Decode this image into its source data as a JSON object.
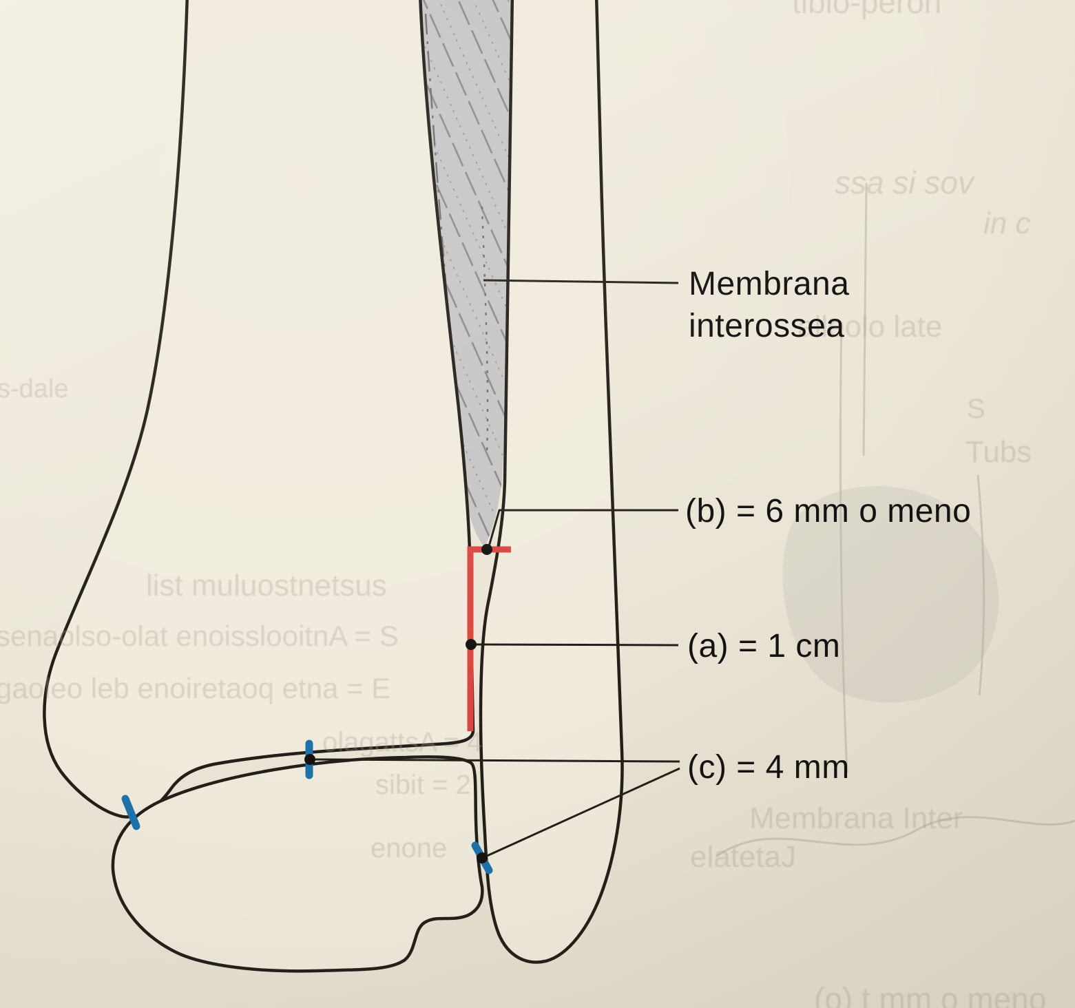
{
  "labels": {
    "membrane": {
      "line1": "Membrana",
      "line2": "interossea"
    },
    "b": "(b) = 6 mm o meno",
    "a": "(a) = 1 cm",
    "c": "(c) = 4 mm"
  },
  "colors": {
    "paper": "#ece7d9",
    "bone_fill": "#f0ebdd",
    "outline": "#221f19",
    "membrane_gray": "#c7c6c5",
    "hatch_gray": "#8a8a8e",
    "measure_red": "#d94740",
    "measure_blue": "#1e72ab",
    "label_text": "#141210",
    "ghost_text": "#a89f90"
  },
  "ghost_text": [
    {
      "text": "tibio-peron"
    },
    {
      "text": "ssa si sov"
    },
    {
      "text": "in c"
    },
    {
      "text": "alleolo late"
    },
    {
      "text": "S"
    },
    {
      "text": "Tubs"
    },
    {
      "text": "list muluostnetsus"
    },
    {
      "text": "senaolso-olat enoisslooitnA = S"
    },
    {
      "text": "gaoleo leb enoiretaoq etna = E"
    },
    {
      "text": "olagattsA = 4"
    },
    {
      "text": "sibit = 2"
    },
    {
      "text": "Membrana Inter"
    },
    {
      "text": "elatetaJ"
    },
    {
      "text": "enone"
    },
    {
      "text": "(o) t mm o meno"
    },
    {
      "text": "s-dale"
    }
  ]
}
